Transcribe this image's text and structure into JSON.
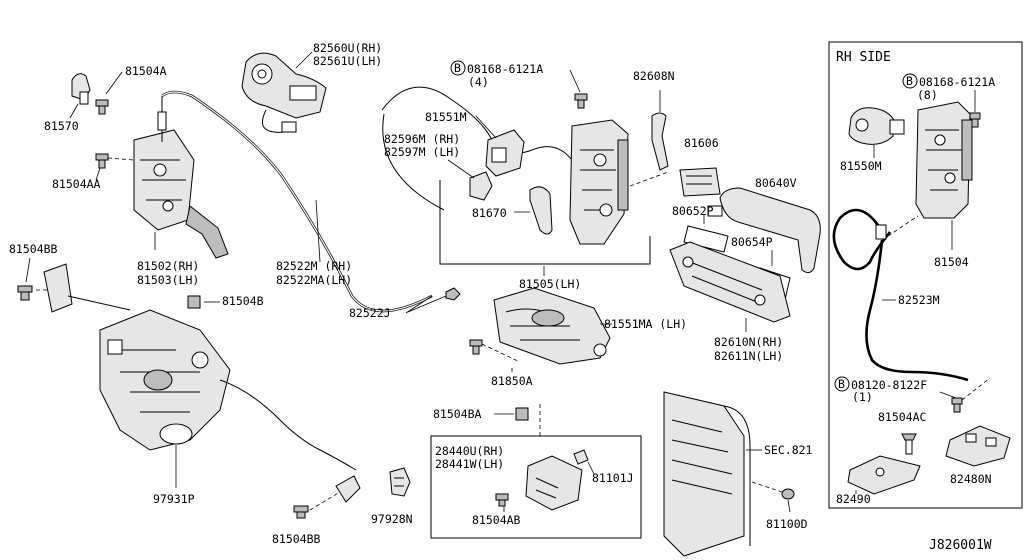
{
  "rh_side": {
    "title": "RH SIDE",
    "bolt": {
      "badge": "B",
      "number": "08168-6121A",
      "qty": "(8)"
    },
    "bolt2": {
      "badge": "B",
      "number": "08120-8122F",
      "qty": "(1)"
    },
    "parts": {
      "p81550M": "81550M",
      "p81504": "81504",
      "p82523M": "82523M",
      "p81504AC": "81504AC",
      "p82480N": "82480N",
      "p82490": "82490"
    }
  },
  "main": {
    "bolt": {
      "badge": "B",
      "number": "08168-6121A",
      "qty": "(4)"
    },
    "parts": {
      "p81504A": "81504A",
      "p81570": "81570",
      "p81504AA": "81504AA",
      "p81502": "81502(RH)",
      "p81503": "81503(LH)",
      "p81504BB_top": "81504BB",
      "p81504B": "81504B",
      "p97931P": "97931P",
      "p81504BB_bot": "81504BB",
      "p97928N": "97928N",
      "p82560U": "82560U(RH)",
      "p82561U": "82561U(LH)",
      "p82522M": "82522M  (RH)",
      "p82522MA": "82522MA(LH)",
      "p82522J": "82522J",
      "p81551M": "81551M",
      "p82596M": "82596M (RH)",
      "p82597M": "82597M (LH)",
      "p81670": "81670",
      "p81505": "81505(LH)",
      "p82608N": "82608N",
      "p81606": "81606",
      "p80640V": "80640V",
      "p80652P": "80652P",
      "p80654P": "80654P",
      "p82610N": "82610N(RH)",
      "p82611N": "82611N(LH)",
      "p81551MA": "81551MA (LH)",
      "p81850A": "81850A",
      "p81504BA": "81504BA",
      "p28440U": "28440U(RH)",
      "p28441W": "28441W(LH)",
      "p81101J": "81101J",
      "p81504AB": "81504AB",
      "sec821": "SEC.821",
      "p81100D": "81100D"
    }
  },
  "diagram_code": "J826001W"
}
